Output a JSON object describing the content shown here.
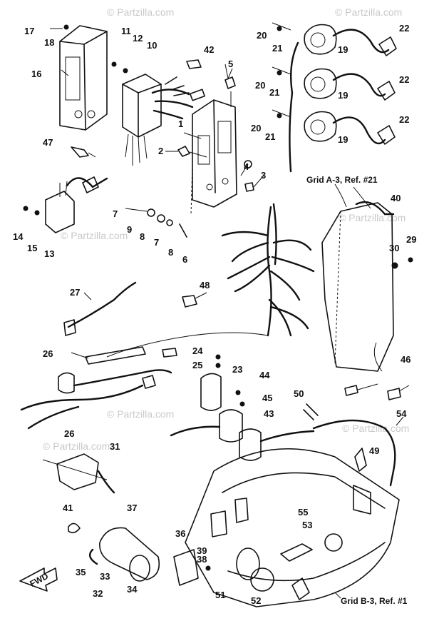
{
  "callouts": {
    "c1": "1",
    "c2": "2",
    "c3": "3",
    "c4": "4",
    "c5": "5",
    "c6": "6",
    "c7a": "7",
    "c7b": "7",
    "c8a": "8",
    "c8b": "8",
    "c9": "9",
    "c10": "10",
    "c11": "11",
    "c12": "12",
    "c13": "13",
    "c14": "14",
    "c15": "15",
    "c16": "16",
    "c17": "17",
    "c18": "18",
    "c19a": "19",
    "c19b": "19",
    "c19c": "19",
    "c20a": "20",
    "c20b": "20",
    "c20c": "20",
    "c21a": "21",
    "c21b": "21",
    "c21c": "21",
    "c22a": "22",
    "c22b": "22",
    "c22c": "22",
    "c23": "23",
    "c24": "24",
    "c25": "25",
    "c26a": "26",
    "c26b": "26",
    "c27": "27",
    "c29": "29",
    "c30": "30",
    "c31": "31",
    "c32": "32",
    "c33": "33",
    "c34": "34",
    "c35": "35",
    "c36": "36",
    "c37": "37",
    "c38": "38",
    "c39": "39",
    "c40": "40",
    "c41": "41",
    "c42": "42",
    "c43": "43",
    "c44": "44",
    "c45": "45",
    "c46": "46",
    "c47": "47",
    "c48": "48",
    "c49": "49",
    "c50": "50",
    "c51": "51",
    "c52": "52",
    "c53": "53",
    "c54": "54",
    "c55": "55"
  },
  "references": {
    "grid_a": "Grid A-3, Ref. #21",
    "grid_b": "Grid B-3, Ref. #1",
    "fwd": "FWD"
  },
  "watermarks": {
    "w1": "© Partzilla.com",
    "w2": "© Partzilla.com",
    "w3": "© Partzilla.com",
    "w4": "© Partzilla.com",
    "w5": "© Partzilla.com",
    "w6": "© Partzilla.com",
    "w7": "© Partzilla.com"
  }
}
